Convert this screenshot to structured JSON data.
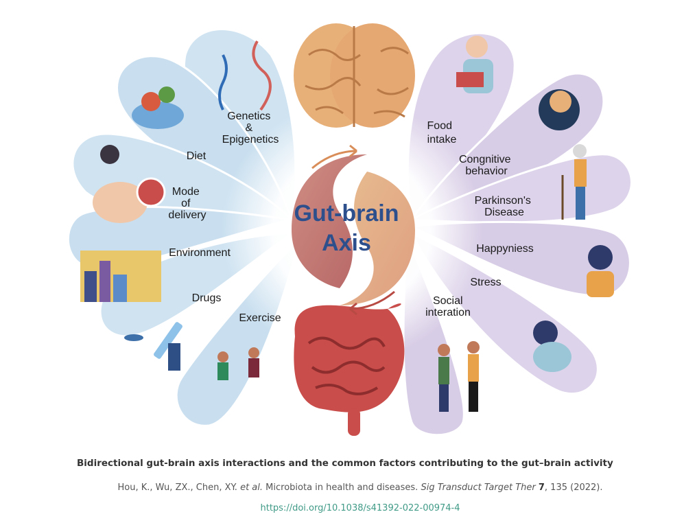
{
  "center": {
    "line1": "Gut-brain",
    "line2": "Axis"
  },
  "left_factors": [
    {
      "lines": [
        "Genetics",
        "&",
        "Epigenetics"
      ]
    },
    {
      "lines": [
        "Diet"
      ]
    },
    {
      "lines": [
        "Mode",
        "of",
        "delivery"
      ]
    },
    {
      "lines": [
        "Environment"
      ]
    },
    {
      "lines": [
        "Drugs"
      ]
    },
    {
      "lines": [
        "Exercise"
      ]
    }
  ],
  "right_factors": [
    {
      "lines": [
        "Food",
        "intake"
      ]
    },
    {
      "lines": [
        "Congnitive",
        "behavior"
      ]
    },
    {
      "lines": [
        "Parkinson's",
        "Disease"
      ]
    },
    {
      "lines": [
        "Happyniess"
      ]
    },
    {
      "lines": [
        "Stress"
      ]
    },
    {
      "lines": [
        "Social",
        "interation"
      ]
    }
  ],
  "caption": {
    "title": "Bidirectional gut-brain axis interactions and the common factors contributing to the gut–brain activity",
    "authors": "Hou, K., Wu, ZX., Chen, XY.",
    "etal": "et al.",
    "article": "Microbiota in health and diseases.",
    "journal": "Sig Transduct Target Ther",
    "volume": "7",
    "pages_year": ", 135 (2022).",
    "link_text": "https://doi.org/10.1038/s41392-022-00974-4"
  },
  "colors": {
    "left_petal": "#cfe3f1",
    "right_petal": "#ddd3ea",
    "brain": "#e8b079",
    "gut": "#c94d4a",
    "center_text": "#2d4f8c",
    "link": "#3f9a86"
  }
}
